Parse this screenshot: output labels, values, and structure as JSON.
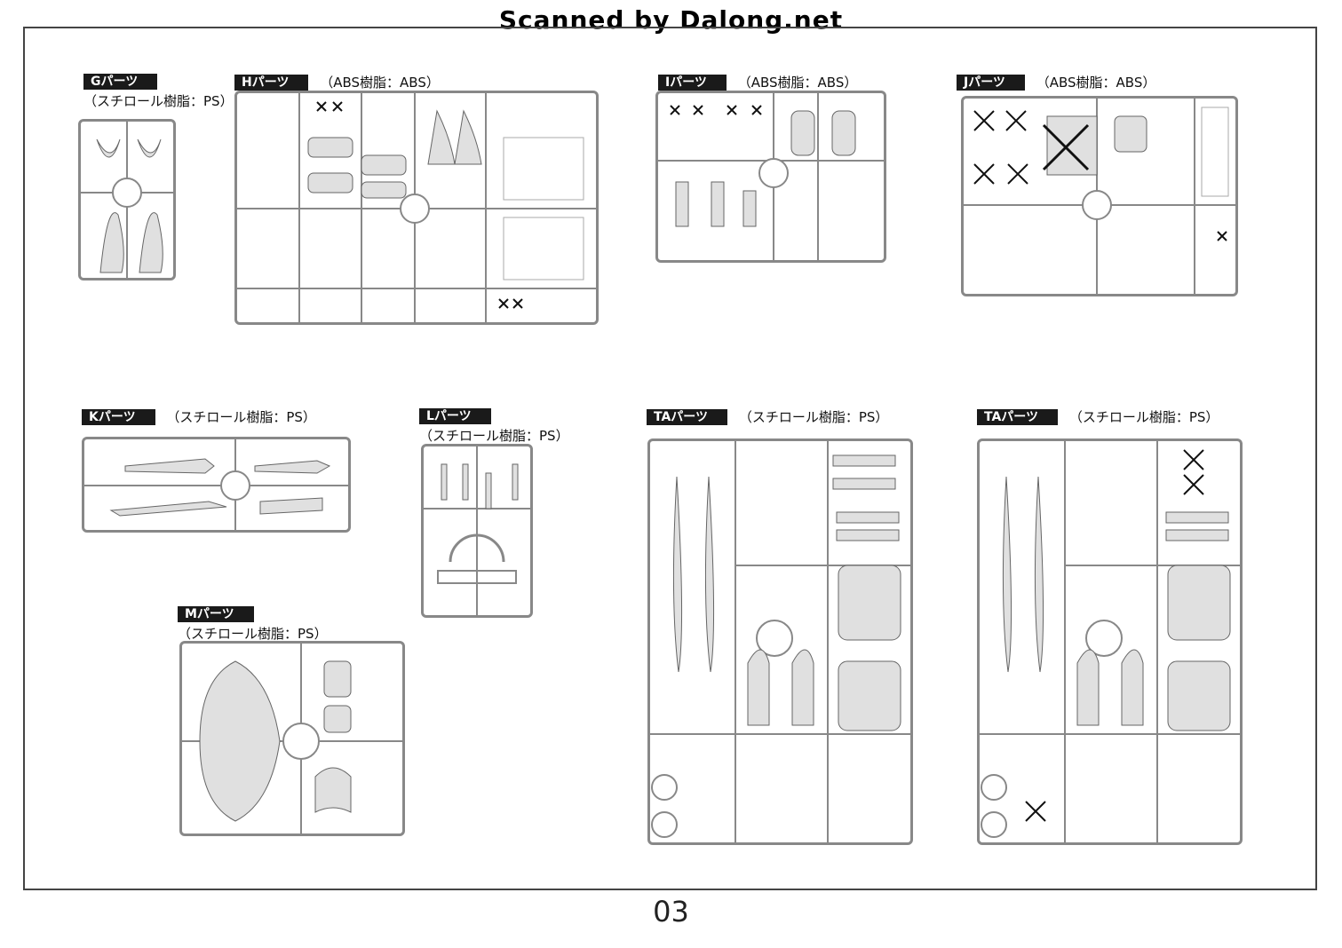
{
  "banner": "Scanned by Dalong.net",
  "page_number": "03",
  "parts": {
    "G": {
      "name": "Gパーツ",
      "material": "（スチロール樹脂：PS）"
    },
    "H": {
      "name": "Hパーツ",
      "material": "（ABS樹脂：ABS）"
    },
    "I": {
      "name": "Iパーツ",
      "material": "（ABS樹脂：ABS）"
    },
    "J": {
      "name": "Jパーツ",
      "material": "（ABS樹脂：ABS）"
    },
    "K": {
      "name": "Kパーツ",
      "material": "（スチロール樹脂：PS）"
    },
    "L": {
      "name": "Lパーツ",
      "material": "（スチロール樹脂：PS）"
    },
    "M": {
      "name": "Mパーツ",
      "material": "（スチロール樹脂：PS）"
    },
    "TA1": {
      "name": "TAパーツ",
      "material": "（スチロール樹脂：PS）"
    },
    "TA2": {
      "name": "TAパーツ",
      "material": "（スチロール樹脂：PS）"
    }
  },
  "colors": {
    "sprue_frame": "#888888",
    "tag_bg": "#1a1a1a",
    "part_fill": "#e8e8e8",
    "cross": "#111111"
  }
}
